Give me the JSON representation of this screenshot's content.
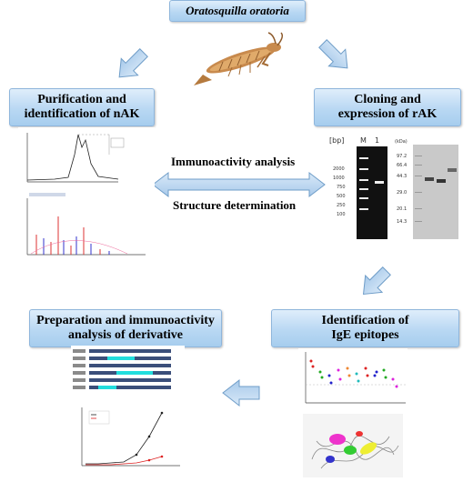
{
  "top": {
    "species": "Oratosquilla oratoria"
  },
  "boxes": {
    "purification": {
      "line1": "Purification and",
      "line2": "identification of nAK"
    },
    "cloning": {
      "line1": "Cloning and",
      "line2": "expression of rAK"
    },
    "epitopes": {
      "line1": "Identification of",
      "line2": "IgE epitopes"
    },
    "derivative": {
      "line1": "Preparation and immunoactivity",
      "line2": "analysis of derivative"
    }
  },
  "center": {
    "immunoactivity": "Immunoactivity analysis",
    "structure": "Structure determination"
  },
  "gel": {
    "bp_label": "[bp]",
    "lane_m": "M",
    "lane_1": "1",
    "ladder": [
      "2000",
      "1000",
      "750",
      "500",
      "250",
      "100"
    ],
    "kda_label": "(kDa)",
    "kda_ticks": [
      "97.2",
      "66.4",
      "44.3",
      "29.0",
      "20.1",
      "14.3"
    ]
  },
  "colors": {
    "header_top": "#dfeefb",
    "header_bottom": "#a6cdee",
    "arrow_fill": "#bcd7ef",
    "arrow_stroke": "#6f9dc8"
  }
}
